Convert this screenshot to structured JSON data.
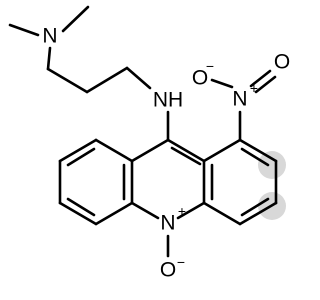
{
  "colors": {
    "bond": "#000000",
    "label": "#000000",
    "highlight": "#c0c0c0",
    "background": "#ffffff"
  },
  "molecule": {
    "atoms": {
      "amine_n": "N",
      "nh": "NH",
      "nitro_n": "N",
      "nitro_o": "O",
      "n_oxide_o": "O",
      "ring_n": "N"
    },
    "charges": {
      "nitro_n_plus": "+",
      "nitro_o_minus": "−",
      "ring_n_plus": "+",
      "n_oxide_o_minus": "−"
    }
  }
}
